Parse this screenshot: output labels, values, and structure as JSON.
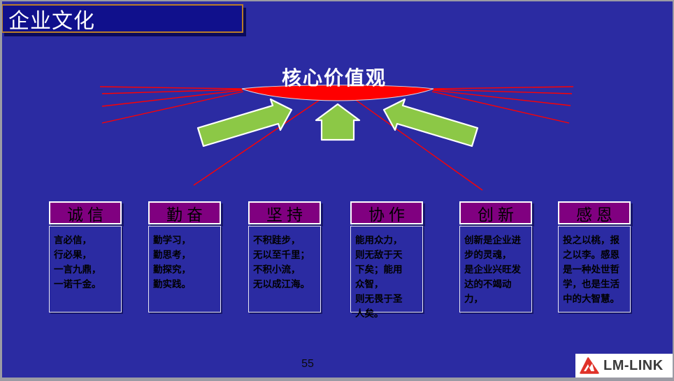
{
  "slide": {
    "title": "企业文化",
    "page_number": "55"
  },
  "core": {
    "heading": "核心价值观"
  },
  "values": [
    {
      "title": "诚信",
      "lines": [
        "言必信，",
        "行必果，",
        "一言九鼎，",
        "一诺千金。"
      ]
    },
    {
      "title": "勤奋",
      "lines": [
        "勤学习，",
        "勤思考，",
        "勤探究，",
        "勤实践。"
      ]
    },
    {
      "title": "坚持",
      "lines": [
        "不积跬步，",
        "无以至千里；",
        "不积小流，",
        "无以成江海。"
      ]
    },
    {
      "title": "协作",
      "lines": [
        "能用众力，",
        "则无敌于天",
        "下矣；能用",
        "众智，",
        "则无畏于圣",
        "人矣。"
      ]
    },
    {
      "title": "创新",
      "lines": [
        "创新是企业进",
        "步的灵魂，",
        "是企业兴旺发",
        "达的不竭动力，"
      ]
    },
    {
      "title": "感恩",
      "lines": [
        "投之以桃，报",
        "之以李。感恩",
        "是一种处世哲",
        "学，也是生活",
        "中的大智慧。"
      ]
    }
  ],
  "logo": {
    "text": "LM-LINK"
  },
  "colors": {
    "background": "#2b2ba2",
    "title_box_fill": "#10108c",
    "title_box_border": "#b97c2a",
    "header_purple": "#800080",
    "crescent_red": "#ff0000",
    "arrow_green": "#8cc846",
    "logo_red": "#e03128",
    "frame_gray": "#9b9ba4"
  }
}
